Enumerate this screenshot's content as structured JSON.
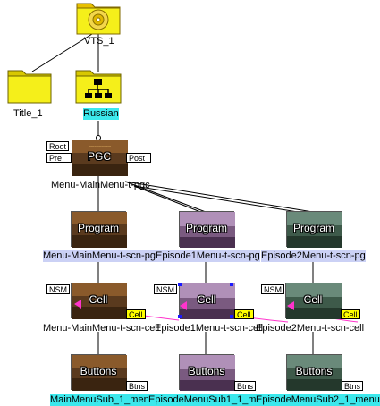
{
  "colors": {
    "label_highlight": "#3ce8ec",
    "pg_label_highlight": "#cbd1f5",
    "folder_yellow": "#f5ef1a",
    "selection_handle": "#1a1aff",
    "cell_marker": "#ff33cc"
  },
  "vts": {
    "label": "VTS_1",
    "icon": "disc-folder-icon"
  },
  "title": {
    "label": "Title_1",
    "icon": "folder-icon"
  },
  "language": {
    "label": "Russian",
    "icon": "menu-tree-folder-icon"
  },
  "pgc": {
    "thumb_text": "PGC",
    "tags": {
      "root": "Root",
      "pre": "Pre",
      "post": "Post"
    },
    "label": "Menu-MainMenu-t-pgc"
  },
  "programs": [
    {
      "thumb_text": "Program",
      "label": "Menu-MainMenu-t-scn-pg"
    },
    {
      "thumb_text": "Program",
      "label": "Episode1Menu-t-scn-pg"
    },
    {
      "thumb_text": "Program",
      "label": "Episode2Menu-t-scn-pg"
    }
  ],
  "cells": [
    {
      "thumb_text": "Cell",
      "nsm": "NSM",
      "cell_tag": "Cell",
      "label": "Menu-MainMenu-t-scn-cell"
    },
    {
      "thumb_text": "Cell",
      "nsm": "NSM",
      "cell_tag": "Cell",
      "label": "Episode1Menu-t-scn-cell"
    },
    {
      "thumb_text": "Cell",
      "nsm": "NSM",
      "cell_tag": "Cell",
      "label": "Episode2Menu-t-scn-cell"
    }
  ],
  "buttons": [
    {
      "thumb_text": "Buttons",
      "tag": "Btns",
      "label": "MainMenuSub_1_menu"
    },
    {
      "thumb_text": "Buttons",
      "tag": "Btns",
      "label": "EpisodeMenuSub1_1_menu"
    },
    {
      "thumb_text": "Buttons",
      "tag": "Btns",
      "label": "EpisodeMenuSub2_1_menu"
    }
  ]
}
